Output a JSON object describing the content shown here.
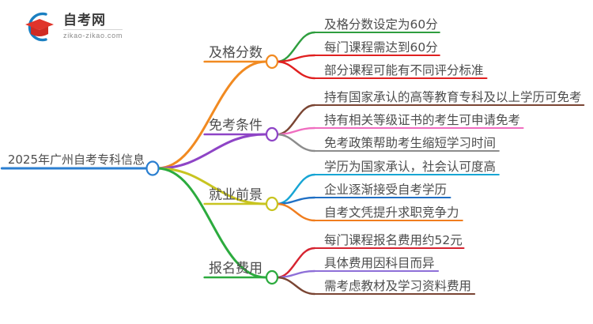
{
  "logo": {
    "title": "自考网",
    "subtitle": "zikao-zikao.com",
    "mark_icon": "graduation-cap-icon",
    "arc_color": "#1a7fc1",
    "cap_color": "#e0342b"
  },
  "mindmap": {
    "root": {
      "label": "2025年广州自考专科信息",
      "color": "#2b7fd0"
    },
    "branches": [
      {
        "label": "及格分数",
        "color": "#f18a21",
        "children": [
          {
            "label": "及格分数设定为60分",
            "color": "#2f9e3f"
          },
          {
            "label": "每门课程需达到60分",
            "color": "#e02020"
          },
          {
            "label": "部分课程可能有不同评分标准",
            "color": "#e02020"
          }
        ]
      },
      {
        "label": "免考条件",
        "color": "#8e44c6",
        "children": [
          {
            "label": "持有国家承认的高等教育专科及以上学历可免考",
            "color": "#7a4533"
          },
          {
            "label": "持有相关等级证书的考生可申请免考",
            "color": "#f06ec0"
          },
          {
            "label": "免考政策帮助考生缩短学习时间",
            "color": "#8c8c8c"
          }
        ]
      },
      {
        "label": "就业前景",
        "color": "#c8c420",
        "children": [
          {
            "label": "学历为国家承认，社会认可度高",
            "color": "#17a5d4"
          },
          {
            "label": "企业逐渐接受自考学历",
            "color": "#1f6fc4"
          },
          {
            "label": "自考文凭提升求职竞争力",
            "color": "#f07d1e"
          }
        ]
      },
      {
        "label": "报名费用",
        "color": "#2cab3e",
        "children": [
          {
            "label": "每门课程报名费用约52元",
            "color": "#d62431"
          },
          {
            "label": "具体费用因科目而异",
            "color": "#8e6fd8"
          },
          {
            "label": "需考虑教材及学习资料费用",
            "color": "#7a4533"
          }
        ]
      }
    ]
  }
}
